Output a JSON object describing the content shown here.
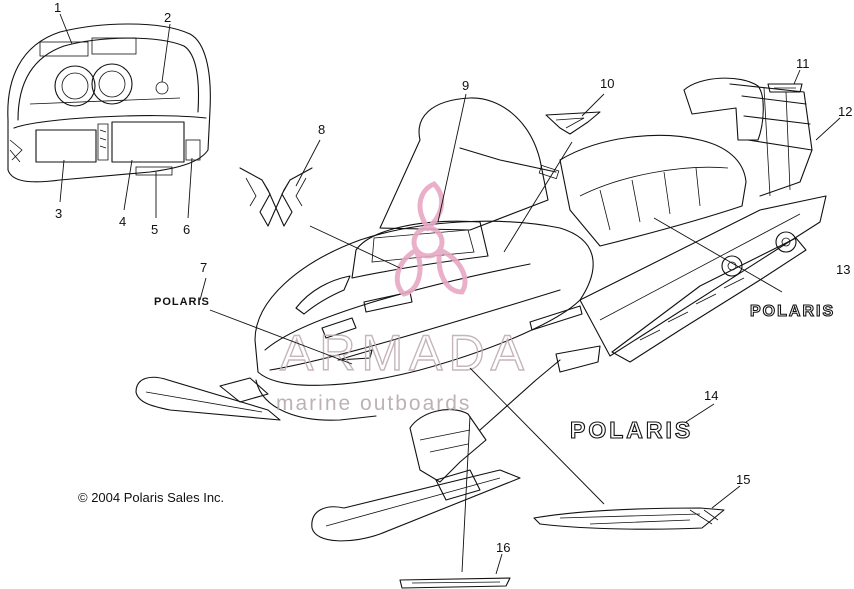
{
  "callouts": [
    "1",
    "2",
    "3",
    "4",
    "5",
    "6",
    "7",
    "8",
    "9",
    "10",
    "11",
    "12",
    "13",
    "14",
    "15",
    "16"
  ],
  "copyright": "© 2004 Polaris Sales Inc.",
  "watermark": {
    "brand": "ARMADA",
    "tagline": "marine outboards",
    "color": "#c0aeb5",
    "logo_color": "#e8a8c4"
  },
  "decals": {
    "polaris_small": "POLARIS",
    "polaris_medium": "POLARIS",
    "polaris_large": "POLARIS"
  }
}
